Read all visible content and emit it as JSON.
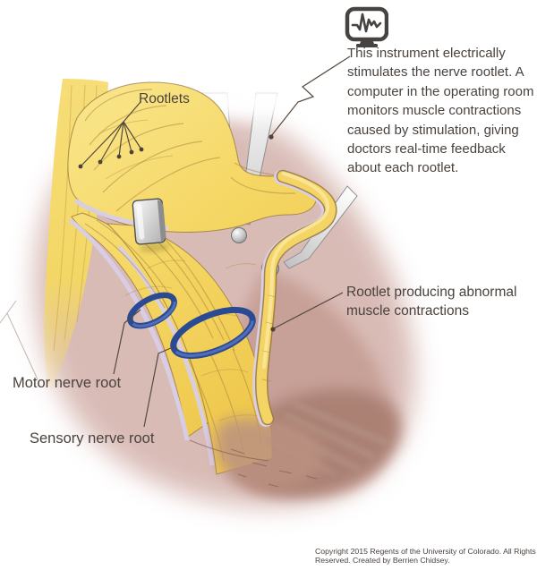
{
  "figure": {
    "labels": {
      "rootlets": "Rootlets",
      "abnormal_rootlet": "Rootlet producing abnormal\nmuscle contractions",
      "motor": "Motor nerve root",
      "sensory": "Sensory nerve root"
    },
    "note": {
      "icon": "ecg-monitor-icon",
      "text": "This instrument electrically\nstimulates the nerve rootlet. A\ncomputer in the operating room\nmonitors muscle contractions\ncaused by stimulation, giving\ndoctors real-time feedback\nabout each rootlet."
    },
    "footer": {
      "text": "Copyright 2015 Regents of the University of Colorado.  All Rights\nReserved. Created by Berrien Chidsey."
    },
    "colors": {
      "nerve_yellow": "#f5d765",
      "nerve_yellow_deep": "#efc94e",
      "nerve_outline": "#8f6d33",
      "tissue_pink": "#d8b9b4",
      "tissue_deep": "#a87e71",
      "membrane_lavender": "#d8cfe8",
      "vessel_loop_blue": "#2a4a94",
      "instrument_gray": "#cfcfcf",
      "text_gray": "#4a423d"
    }
  }
}
